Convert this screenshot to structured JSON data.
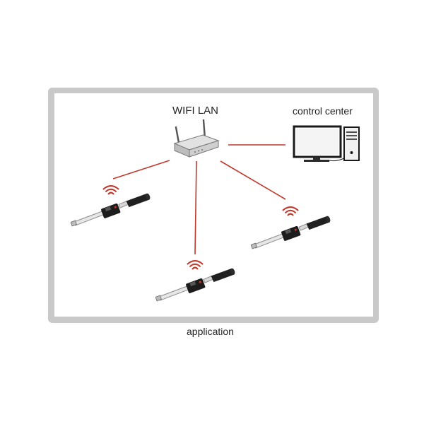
{
  "labels": {
    "router": "WIFI LAN",
    "computer": "control center",
    "caption": "application"
  },
  "icons": {
    "router": "wifi-router-icon",
    "computer": "desktop-computer-icon",
    "device": "wireless-torque-wrench-icon",
    "signal": "wifi-signal-icon"
  },
  "colors": {
    "link": "#c0392b",
    "signal": "#c0392b",
    "frame": "#c9c9c9"
  }
}
